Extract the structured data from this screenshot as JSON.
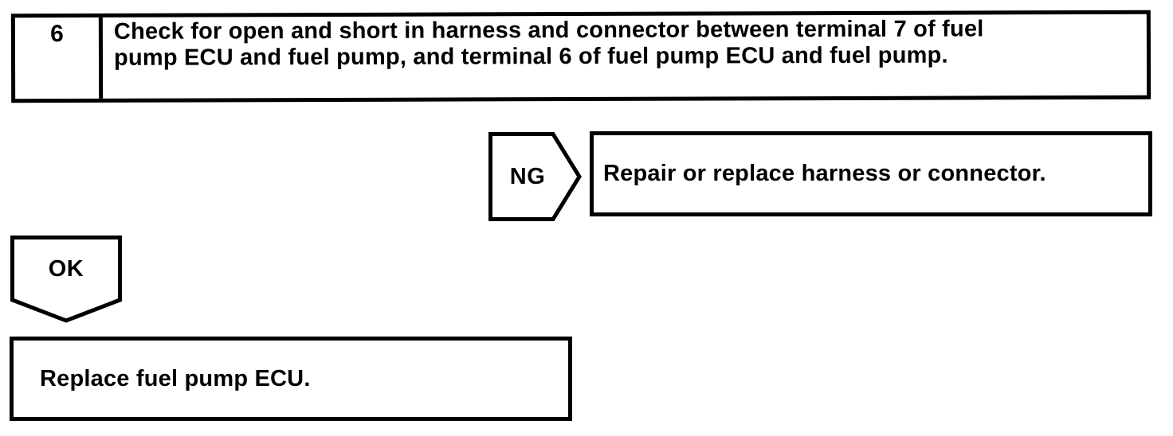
{
  "step": {
    "number": "6",
    "instruction": "Check for open and short in harness and connector between terminal 7 of fuel\npump ECU and fuel pump, and terminal 6 of fuel pump ECU and fuel pump."
  },
  "ng_branch": {
    "label": "NG",
    "action": "Repair or replace harness or connector."
  },
  "ok_branch": {
    "label": "OK"
  },
  "final_action": "Replace fuel pump ECU.",
  "colors": {
    "ink": "#000000",
    "paper": "#ffffff"
  }
}
